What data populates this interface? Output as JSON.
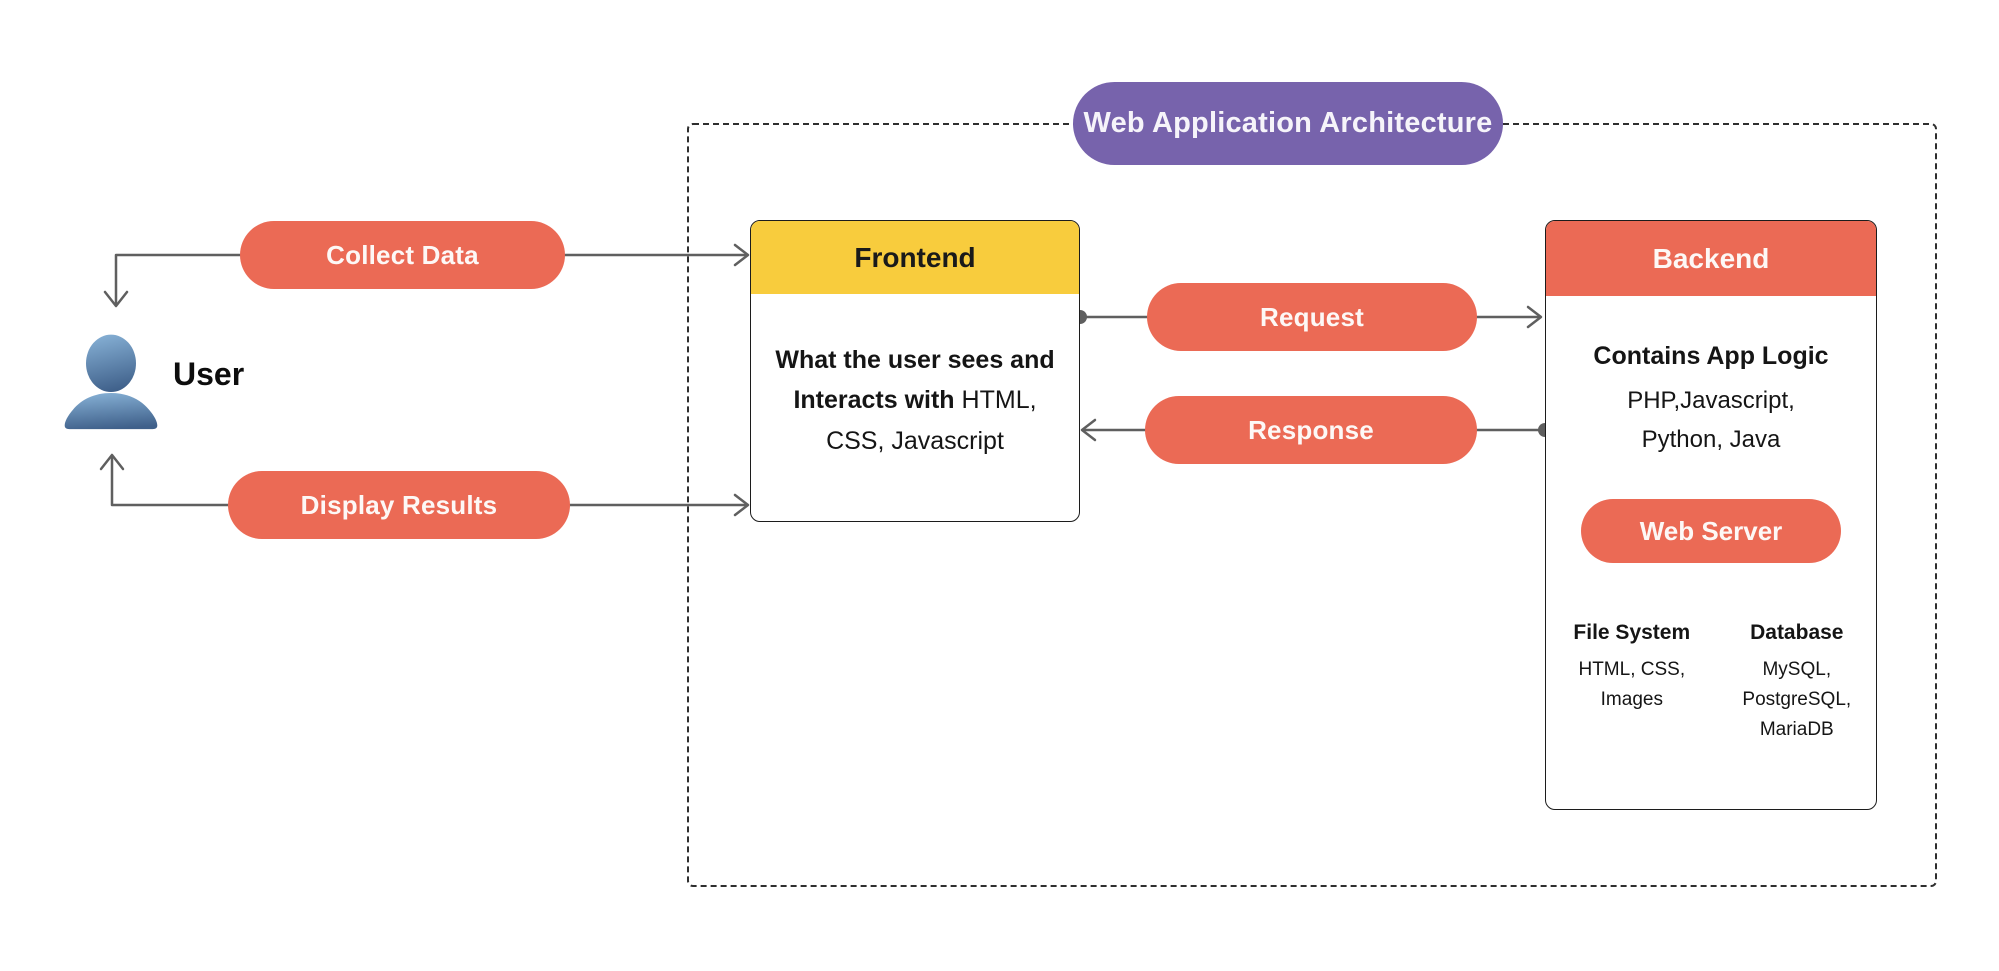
{
  "colors": {
    "coral": "#EB6A55",
    "yellow": "#F8CC3D",
    "purple": "#7763AC",
    "connector_gray": "#5F5F5F",
    "user_icon_top": "#85AFD4",
    "user_icon_bottom": "#3F608A"
  },
  "diagram": {
    "title": "Web Application Architecture",
    "user_label": "User",
    "flows": {
      "collect_data": "Collect Data",
      "display_results": "Display Results",
      "request": "Request",
      "response": "Response"
    },
    "frontend": {
      "title": "Frontend",
      "desc_bold": "What the user sees and Interacts with",
      "desc_rest": "HTML, CSS, Javascript"
    },
    "backend": {
      "title": "Backend",
      "app_logic_heading": "Contains App Logic",
      "app_logic_lines": [
        "PHP,Javascript,",
        "Python, Java"
      ],
      "web_server_label": "Web Server",
      "file_system": {
        "heading": "File System",
        "lines": [
          "HTML, CSS,",
          "Images"
        ]
      },
      "database": {
        "heading": "Database",
        "lines": [
          "MySQL,",
          "PostgreSQL,",
          "MariaDB"
        ]
      }
    }
  }
}
